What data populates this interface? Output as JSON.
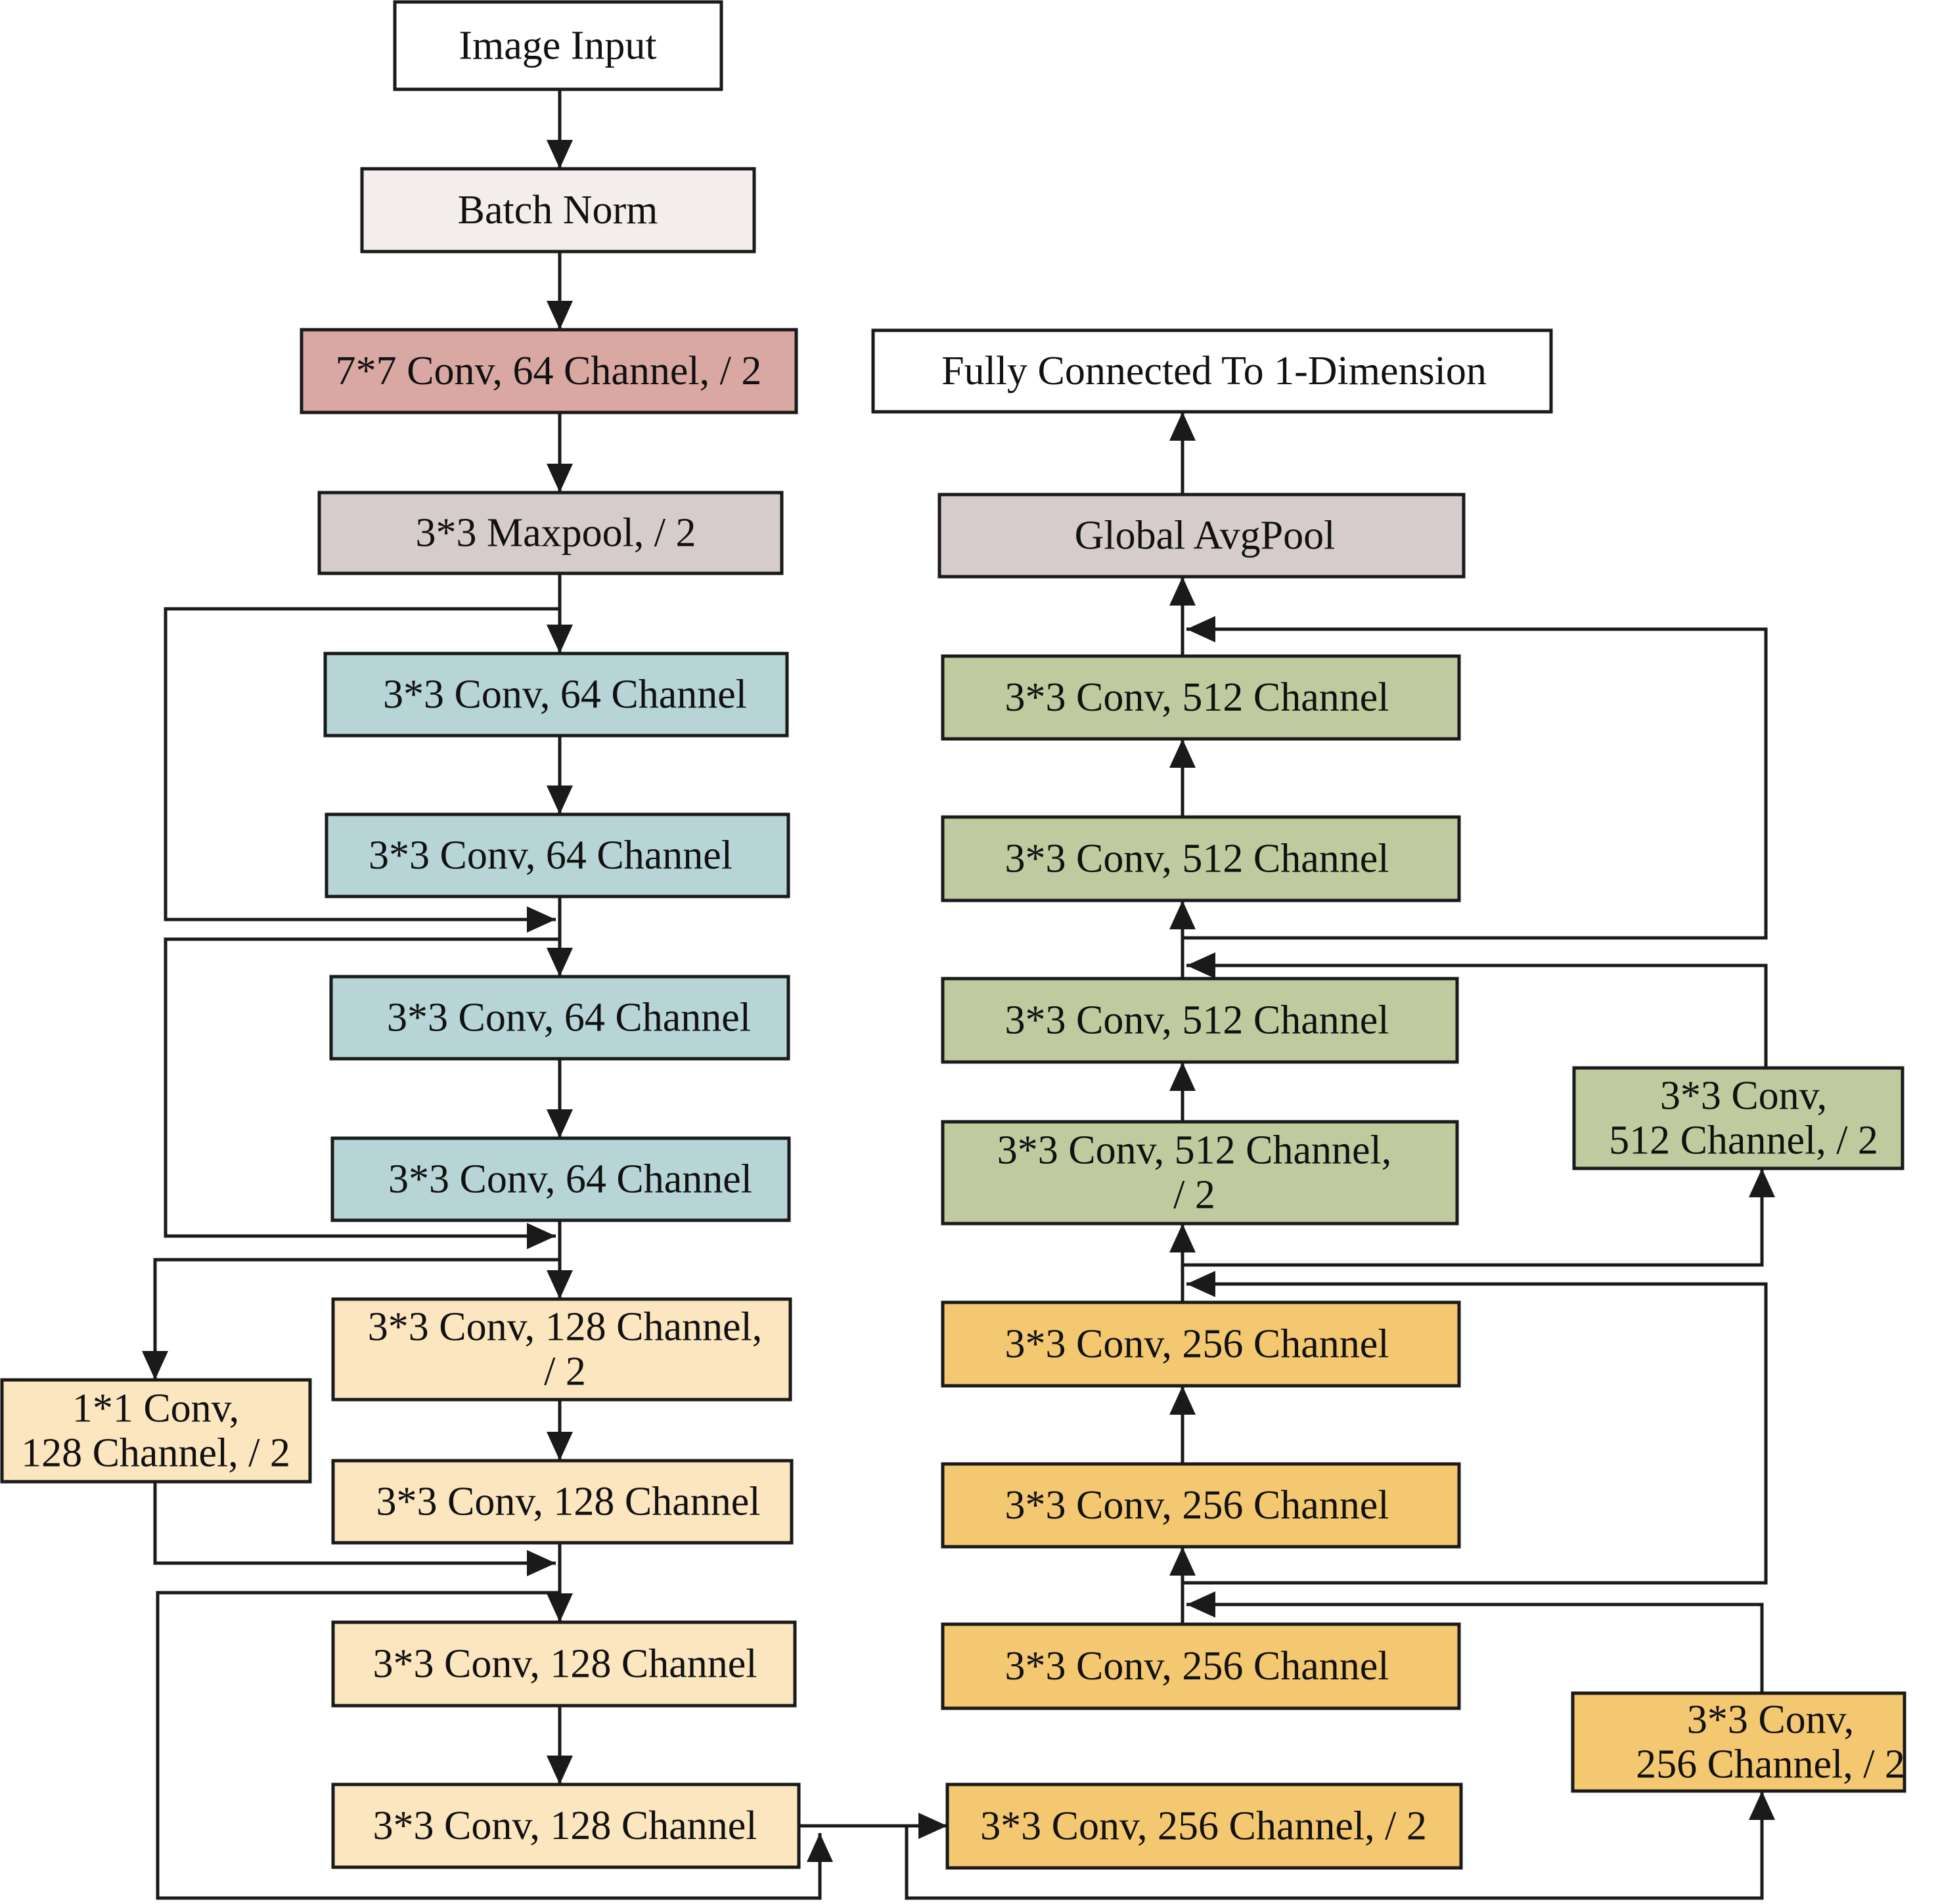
{
  "colors": {
    "input": "#ffffff",
    "batch_norm": "#f3eeec",
    "conv7": "#d9a8a3",
    "pool": "#d6cccc",
    "conv64": "#b7d4d6",
    "conv128": "#fbe6bf",
    "conv256": "#f4c870",
    "conv512": "#bfcb9f",
    "fc": "#ffffff",
    "stroke": "#1a1a1a"
  },
  "nodes": [
    {
      "id": "image-input",
      "lines": [
        "Image Input"
      ],
      "color": "input"
    },
    {
      "id": "batch-norm",
      "lines": [
        "Batch Norm"
      ],
      "color": "batch_norm"
    },
    {
      "id": "conv7x7",
      "lines": [
        "7*7 Conv, 64 Channel, / 2"
      ],
      "color": "conv7"
    },
    {
      "id": "maxpool",
      "lines": [
        "3*3 Maxpool, / 2"
      ],
      "color": "pool"
    },
    {
      "id": "conv64-1",
      "lines": [
        "3*3 Conv, 64 Channel"
      ],
      "color": "conv64"
    },
    {
      "id": "conv64-2",
      "lines": [
        "3*3 Conv, 64 Channel"
      ],
      "color": "conv64"
    },
    {
      "id": "conv64-3",
      "lines": [
        "3*3 Conv, 64 Channel"
      ],
      "color": "conv64"
    },
    {
      "id": "conv64-4",
      "lines": [
        "3*3 Conv, 64 Channel"
      ],
      "color": "conv64"
    },
    {
      "id": "conv128-down",
      "lines": [
        "3*3 Conv, 128 Channel,",
        "/ 2"
      ],
      "color": "conv128"
    },
    {
      "id": "shortcut128",
      "lines": [
        "1*1 Conv,",
        "128 Channel, / 2"
      ],
      "color": "conv128"
    },
    {
      "id": "conv128-2",
      "lines": [
        "3*3 Conv, 128 Channel"
      ],
      "color": "conv128"
    },
    {
      "id": "conv128-3",
      "lines": [
        "3*3 Conv, 128 Channel"
      ],
      "color": "conv128"
    },
    {
      "id": "conv128-4",
      "lines": [
        "3*3 Conv, 128 Channel"
      ],
      "color": "conv128"
    },
    {
      "id": "conv256-down",
      "lines": [
        "3*3 Conv, 256 Channel, / 2"
      ],
      "color": "conv256"
    },
    {
      "id": "shortcut256",
      "lines": [
        "3*3 Conv,",
        "256 Channel, / 2"
      ],
      "color": "conv256"
    },
    {
      "id": "conv256-2",
      "lines": [
        "3*3 Conv, 256 Channel"
      ],
      "color": "conv256"
    },
    {
      "id": "conv256-3",
      "lines": [
        "3*3 Conv, 256 Channel"
      ],
      "color": "conv256"
    },
    {
      "id": "conv256-4",
      "lines": [
        "3*3 Conv, 256 Channel"
      ],
      "color": "conv256"
    },
    {
      "id": "conv512-down",
      "lines": [
        "3*3 Conv, 512 Channel,",
        "/ 2"
      ],
      "color": "conv512"
    },
    {
      "id": "shortcut512",
      "lines": [
        "3*3 Conv,",
        "512 Channel, / 2"
      ],
      "color": "conv512"
    },
    {
      "id": "conv512-2",
      "lines": [
        "3*3 Conv, 512 Channel"
      ],
      "color": "conv512"
    },
    {
      "id": "conv512-3",
      "lines": [
        "3*3 Conv, 512 Channel"
      ],
      "color": "conv512"
    },
    {
      "id": "conv512-4",
      "lines": [
        "3*3 Conv, 512 Channel"
      ],
      "color": "conv512"
    },
    {
      "id": "global-avgpool",
      "lines": [
        "Global AvgPool"
      ],
      "color": "pool"
    },
    {
      "id": "fully-connected",
      "lines": [
        "Fully Connected To 1-Dimension"
      ],
      "color": "fc"
    }
  ]
}
